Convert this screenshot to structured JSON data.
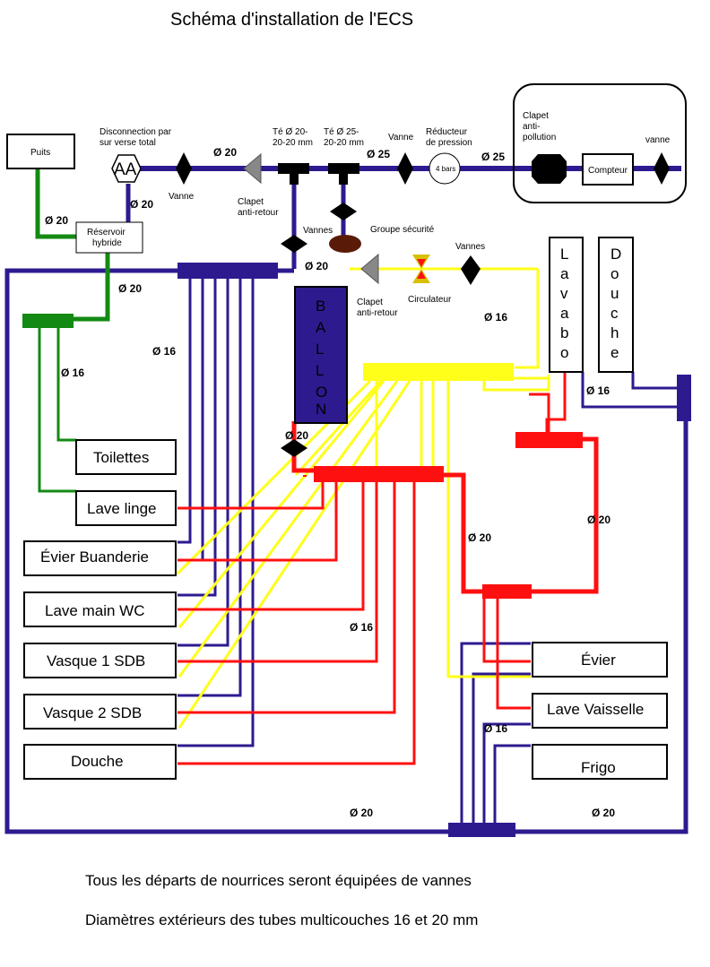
{
  "title": "Schéma d'installation de l'ECS",
  "colors": {
    "cold": "#2e1a8f",
    "hot": "#ff1010",
    "return": "#ffff1a",
    "green": "#138a13",
    "ballon": "#2e1a8f",
    "circulator": "#d8c000"
  },
  "labels": {
    "puits": "Puits",
    "disconnection": "Disconnection par",
    "disconnection2": "sur verse total",
    "aa": "AA",
    "reservoir1": "Réservoir",
    "reservoir2": "hybride",
    "vanne1": "Vanne",
    "clapet_ar1": "Clapet",
    "clapet_ar1b": "anti-retour",
    "te1a": "Té Ø 20-",
    "te1b": "20-20 mm",
    "te2a": "Té Ø 25-",
    "te2b": "20-20 mm",
    "vanne2": "Vanne",
    "reducteur1": "Réducteur",
    "reducteur2": "de pression",
    "bars": "4 bars",
    "clapet_ap1": "Clapet",
    "clapet_ap2": "anti-",
    "clapet_ap3": "pollution",
    "compteur": "Compteur",
    "vanne3": "vanne",
    "vannes1": "Vannes",
    "groupe": "Groupe sécurité",
    "vannes2": "Vannes",
    "clapet_ar2": "Clapet",
    "clapet_ar2b": "anti-retour",
    "circulateur": "Circulateur",
    "ballon": [
      "B",
      "A",
      "L",
      "L",
      "O",
      "N"
    ],
    "lavabo": [
      "L",
      "a",
      "v",
      "a",
      "b",
      "o"
    ],
    "douche_v": [
      "D",
      "o",
      "u",
      "c",
      "h",
      "e"
    ]
  },
  "diameters": {
    "d20": "Ø 20",
    "d25": "Ø 25",
    "d16": "Ø 16"
  },
  "fixtures_left": [
    "Toilettes",
    "Lave linge",
    "Évier Buanderie",
    "Lave main WC",
    "Vasque 1 SDB",
    "Vasque  2 SDB",
    "Douche"
  ],
  "fixtures_right": [
    "Évier",
    "Lave Vaisselle",
    "Frigo"
  ],
  "notes": [
    "Tous les départs de nourrices seront équipées de vannes",
    "Diamètres extérieurs des tubes multicouches 16 et 20 mm"
  ]
}
